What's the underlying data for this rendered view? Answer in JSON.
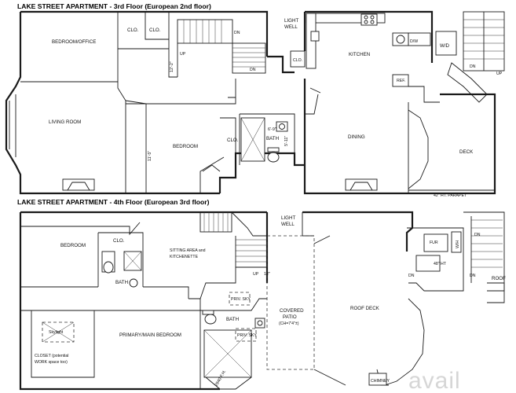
{
  "titles": {
    "floor3": "LAKE STREET APARTMENT - 3rd Floor (European 2nd floor)",
    "floor4": "LAKE STREET APARTMENT - 4th Floor (European 3rd floor)"
  },
  "floor3": {
    "bedroom_office": "BEDROOM/OFFICE",
    "clo_1": "CLO.",
    "clo_2": "CLO.",
    "living_room": "LIVING ROOM",
    "bedroom": "BEDROOM",
    "clo_bedroom": "CLO.",
    "bath": "BATH",
    "light_well_1": "LIGHT",
    "light_well_2": "WELL",
    "clo_lightwell": "CLO.",
    "kitchen": "KITCHEN",
    "dining": "DINING",
    "ref": "REF.",
    "dw": "D/W",
    "wd": "W/D",
    "deck": "DECK",
    "parapet": "42\" HT. PARAPET",
    "up_1": "UP",
    "dn_1": "DN",
    "dn_2": "DN",
    "dn_3": "DN",
    "up_2": "UP",
    "dim_hall": "12'-2\"",
    "dim_bed": "11'-5\"",
    "dim_bath_w": "6'-9\"",
    "dim_bath_h": "5'-11\""
  },
  "floor4": {
    "bedroom": "BEDROOM",
    "clo": "CLO.",
    "bath_1": "BATH",
    "sitting_1": "SITTING AREA and",
    "sitting_2": "KITCHENETTE",
    "light_well_1": "LIGHT",
    "light_well_2": "WELL",
    "up_1": "UP",
    "dim_up": "12\"",
    "covered_1": "COVERED",
    "covered_2": "PATIO",
    "covered_3": "(CH=7'4\"±)",
    "roof_deck": "ROOF DECK",
    "fur": "FUR",
    "wh": "W/H",
    "ht48": "48\" HT",
    "dn_1": "DN",
    "dn_2": "DN",
    "dn_3": "DN",
    "roof": "ROOF",
    "skylight": "Skylight",
    "closet_1": "CLOSET (potential",
    "closet_2": "WORK space too)",
    "primary": "PRIMARY/MAIN BEDROOM",
    "bath_2": "BATH",
    "sky_1": "PRIV. SKY",
    "sky_2": "PRIV. SKY",
    "chimney": "CHIMNEY",
    "dim_wall": "2940 F.H."
  },
  "watermark": "avail"
}
